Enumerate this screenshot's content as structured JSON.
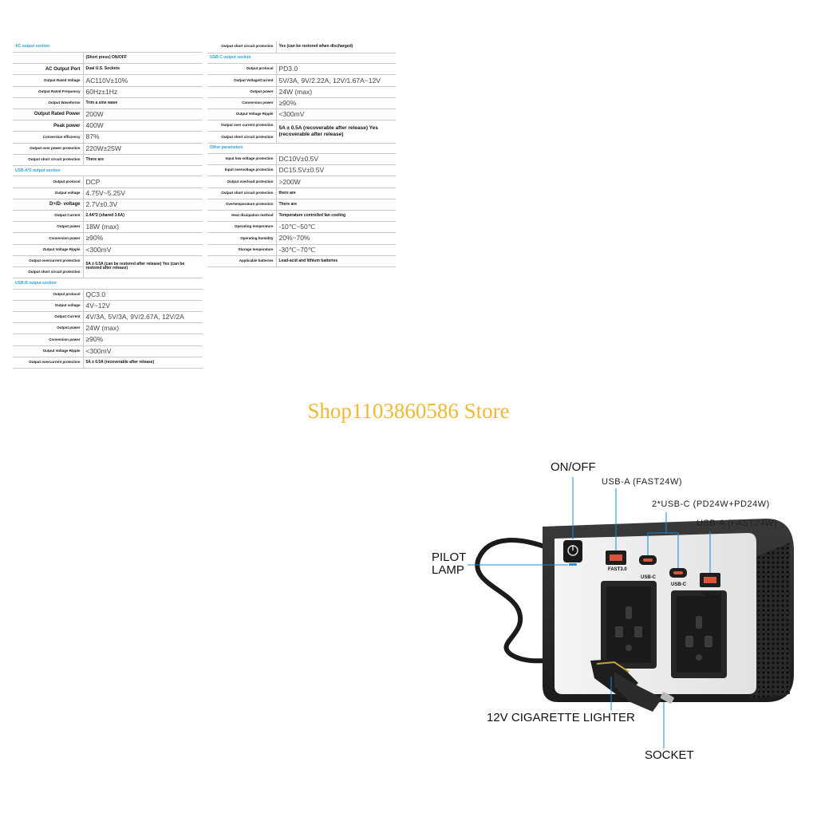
{
  "spec_left": [
    {
      "type": "section",
      "label": "AC output section"
    },
    {
      "type": "row",
      "key": "",
      "value": "(Short press) ON/OFF",
      "style": "s"
    },
    {
      "type": "row",
      "key": "AC Output Port",
      "value": "Dual U.S. Sockets",
      "style": "s",
      "kstyle": "b"
    },
    {
      "type": "row",
      "key": "Output Rated Voltage",
      "value": "AC110V±10%"
    },
    {
      "type": "row",
      "key": "Output Rated Frequency",
      "value": "60Hz±1Hz"
    },
    {
      "type": "row",
      "key": "Output Waveforms",
      "value": "Trim a sine wave",
      "style": "s"
    },
    {
      "type": "row",
      "key": "Output Rated Power",
      "value": "200W",
      "kstyle": "b"
    },
    {
      "type": "row",
      "key": "Peak power",
      "value": "400W",
      "kstyle": "b"
    },
    {
      "type": "row",
      "key": "Conversion efficiency",
      "value": "87%"
    },
    {
      "type": "row",
      "key": "Output over power protection",
      "value": "220W±25W"
    },
    {
      "type": "row",
      "key": "Output short circuit protection",
      "value": "There are",
      "style": "s"
    },
    {
      "type": "section",
      "label": "USB-A*2 output section"
    },
    {
      "type": "row",
      "key": "Output protocol",
      "value": "DCP"
    },
    {
      "type": "row",
      "key": "Output voltage",
      "value": "4.75V~5.25V"
    },
    {
      "type": "row",
      "key": "D+/D- voltage",
      "value": "2.7V±0.3V",
      "kstyle": "b"
    },
    {
      "type": "row",
      "key": "Output Current",
      "value": "2.4A*2 (shared 3.6A)",
      "style": "s"
    },
    {
      "type": "row",
      "key": "Output power",
      "value": "18W (max)"
    },
    {
      "type": "row",
      "key": "Conversion power",
      "value": "≥90%"
    },
    {
      "type": "row",
      "key": "Output Voltage Ripple",
      "value": "<300mV"
    },
    {
      "type": "row2",
      "keys": [
        "Output overcurrent protection",
        "Output short circuit protection"
      ],
      "value": "5A ± 0.5A (can be restored after release) Yes (can be restored after release)"
    },
    {
      "type": "section",
      "label": "USB-B output section"
    },
    {
      "type": "row",
      "key": "Output protocol",
      "value": "QC3.0"
    },
    {
      "type": "row",
      "key": "Output voltage",
      "value": "4V~12V"
    },
    {
      "type": "row",
      "key": "Output Current",
      "value": "4V/3A, 5V/3A, 9V/2.67A, 12V/2A"
    },
    {
      "type": "row",
      "key": "Output power",
      "value": "24W (max)"
    },
    {
      "type": "row",
      "key": "Conversion power",
      "value": "≥90%"
    },
    {
      "type": "row",
      "key": "Output Voltage Ripple",
      "value": "<300mV"
    },
    {
      "type": "row",
      "key": "Output overcurrent protection",
      "value": "5A ± 0.5A (recoverable after release)",
      "style": "s"
    }
  ],
  "spec_right": [
    {
      "type": "row",
      "key": "Output short circuit protection",
      "value": "Yes (can be restored when discharged)",
      "style": "s"
    },
    {
      "type": "section",
      "label": "USB-C output section"
    },
    {
      "type": "row",
      "key": "Output protocol",
      "value": "PD3.0"
    },
    {
      "type": "row",
      "key": "Output Voltage/Current",
      "value": "5V/3A, 9V/2.22A, 12V/1.67A~12V"
    },
    {
      "type": "row",
      "key": "Output power",
      "value": "24W (max)"
    },
    {
      "type": "row",
      "key": "Conversion power",
      "value": "≥90%"
    },
    {
      "type": "row",
      "key": "Output Voltage Ripple",
      "value": "<300mV"
    },
    {
      "type": "row2",
      "keys": [
        "Output over current protection",
        "Output short circuit protection"
      ],
      "value": "5A ± 0.5A (recoverable after release) Yes (recoverable after release)",
      "style": "m"
    },
    {
      "type": "section",
      "label": "Other parameters"
    },
    {
      "type": "row",
      "key": "Input low voltage protection",
      "value": "DC10V±0.5V"
    },
    {
      "type": "row",
      "key": "Input overvoltage protection",
      "value": "DC15.5V±0.5V"
    },
    {
      "type": "row",
      "key": "Output overload protection",
      "value": ">200W"
    },
    {
      "type": "row",
      "key": "Output short circuit protection",
      "value": "there are",
      "style": "s"
    },
    {
      "type": "row",
      "key": "Overtemperature protection",
      "value": "There are",
      "style": "s"
    },
    {
      "type": "row",
      "key": "Heat dissipation method",
      "value": "Temperature controlled fan cooling",
      "style": "s"
    },
    {
      "type": "row",
      "key": "Operating temperature",
      "value": "-10℃~50℃"
    },
    {
      "type": "row",
      "key": "Operating humidity",
      "value": "20%~70%"
    },
    {
      "type": "row",
      "key": "Storage temperature",
      "value": "-30℃~70℃"
    },
    {
      "type": "row",
      "key": "Applicable batteries",
      "value": "Lead-acid and lithium batteries",
      "style": "s"
    }
  ],
  "store_name": "Shop1103860586 Store",
  "callouts": {
    "onoff": "ON/OFF",
    "usba1": "USB-A (FAST24W)",
    "usbc": "2*USB-C (PD24W+PD24W)",
    "usba2": "USB-A (FAST24W)",
    "pilot1": "PILOT",
    "pilot2": "LAMP",
    "lighter": "12V CIGARETTE LIGHTER",
    "socket": "SOCKET"
  },
  "device_labels": {
    "fast_left": "FAST3.0",
    "usbc_left": "USB-C",
    "usbc_right": "USB-C",
    "fast_right": "FAST3.0"
  }
}
